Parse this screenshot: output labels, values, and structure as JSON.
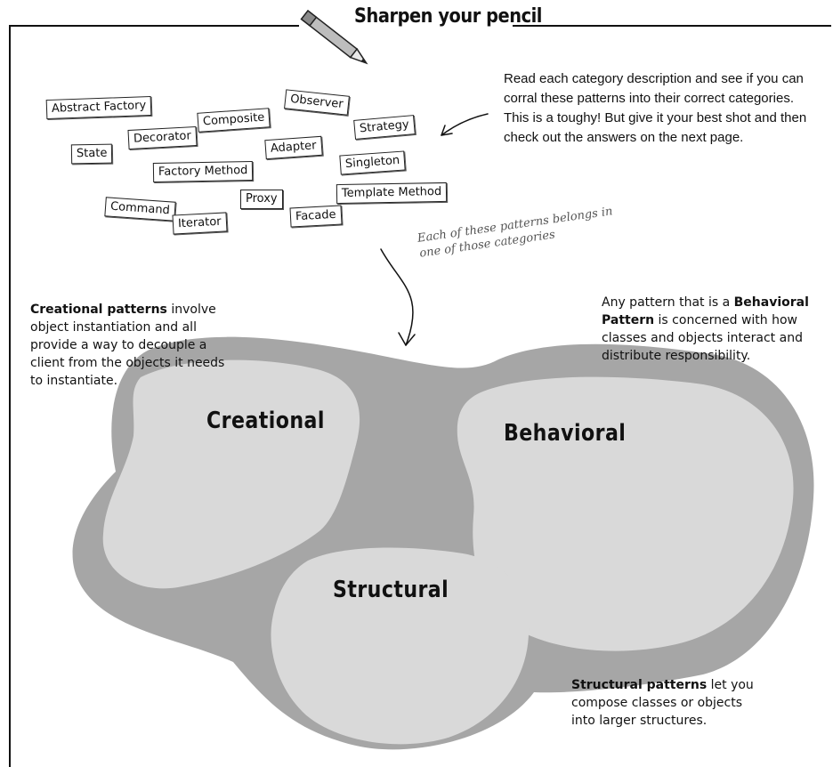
{
  "header": {
    "title": "Sharpen your pencil"
  },
  "patterns": [
    "Abstract Factory",
    "Composite",
    "Observer",
    "Strategy",
    "Decorator",
    "State",
    "Adapter",
    "Singleton",
    "Factory Method",
    "Proxy",
    "Template Method",
    "Command",
    "Iterator",
    "Facade"
  ],
  "intro_text": "Read each category description and see if you can corral these patterns into their correct categories. This is a toughy! But give it your best shot and then check out the answers on the next page.",
  "handwritten_note": "Each of these patterns belongs in one of those categories",
  "creational": {
    "term": "Creational patterns",
    "text": " involve object instantiation and all provide a way to decouple a client from the objects it needs to instantiate."
  },
  "behavioral": {
    "pre": "Any pattern that is a ",
    "term": "Behavioral Pattern",
    "text": " is concerned with how classes and objects interact and distribute responsibility."
  },
  "structural": {
    "term": "Structural patterns",
    "text": " let you compose classes or objects into larger structures."
  },
  "categories": {
    "creational": "Creational",
    "behavioral": "Behavioral",
    "structural": "Structural"
  },
  "colors": {
    "outer_blob": "#a6a6a6",
    "inner_blob": "#d9d9d9",
    "ink": "#111111"
  }
}
